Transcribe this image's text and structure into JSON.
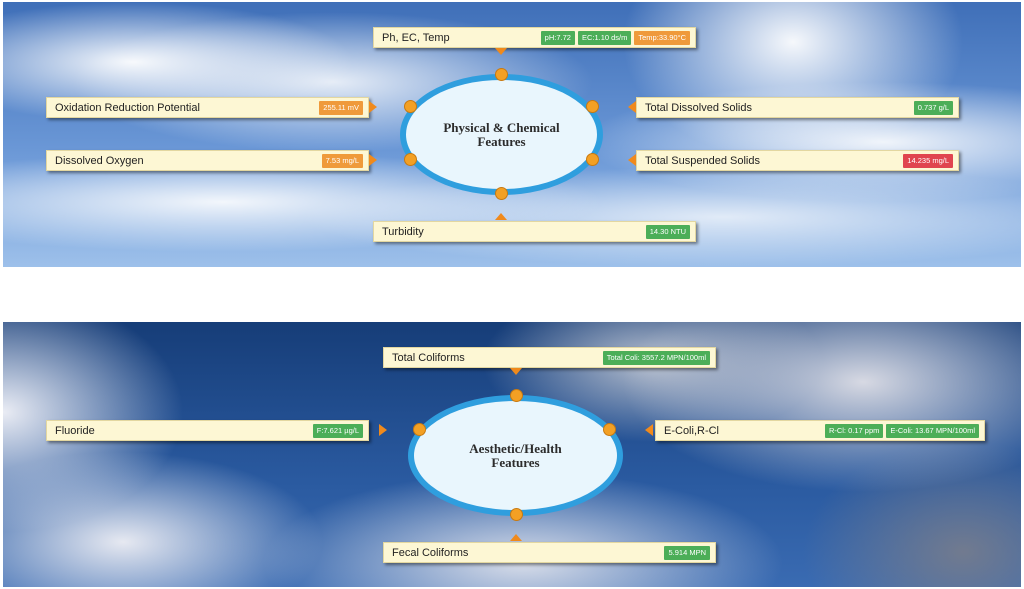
{
  "panels": [
    {
      "hub_title": "Physical & Chemical Features",
      "items": {
        "top": {
          "label": "Ph, EC, Temp",
          "values": [
            {
              "text": "pH:7.72",
              "color": "green"
            },
            {
              "text": "EC:1.10 ds/m",
              "color": "green"
            },
            {
              "text": "Temp:33.90°C",
              "color": "orange"
            }
          ]
        },
        "left_top": {
          "label": "Oxidation Reduction Potential",
          "values": [
            {
              "text": "255.11 mV",
              "color": "orange"
            }
          ]
        },
        "left_bottom": {
          "label": "Dissolved Oxygen",
          "values": [
            {
              "text": "7.53 mg/L",
              "color": "orange"
            }
          ]
        },
        "right_top": {
          "label": "Total Dissolved Solids",
          "values": [
            {
              "text": "0.737 g/L",
              "color": "green"
            }
          ]
        },
        "right_bottom": {
          "label": "Total Suspended Solids",
          "values": [
            {
              "text": "14.235 mg/L",
              "color": "red"
            }
          ]
        },
        "bottom": {
          "label": "Turbidity",
          "values": [
            {
              "text": "14.30 NTU",
              "color": "green"
            }
          ]
        }
      }
    },
    {
      "hub_title": "Aesthetic/Health Features",
      "items": {
        "top": {
          "label": "Total Coliforms",
          "values": [
            {
              "text": "Total Coli: 3557.2 MPN/100ml",
              "color": "green"
            }
          ]
        },
        "left": {
          "label": "Fluoride",
          "values": [
            {
              "text": "F:7.621 µg/L",
              "color": "green"
            }
          ]
        },
        "right": {
          "label": "E-Coli,R-Cl",
          "values": [
            {
              "text": "R-Cl: 0.17 ppm",
              "color": "green"
            },
            {
              "text": "E-Coli: 13.67 MPN/100ml",
              "color": "green"
            }
          ]
        },
        "bottom": {
          "label": "Fecal Coliforms",
          "values": [
            {
              "text": "5.914 MPN",
              "color": "green"
            }
          ]
        }
      }
    }
  ],
  "colors": {
    "green": "#4cae58",
    "orange": "#ef9a3b",
    "red": "#e0454f",
    "hub_ring": "#2f9ede",
    "node": "#f3a024"
  }
}
